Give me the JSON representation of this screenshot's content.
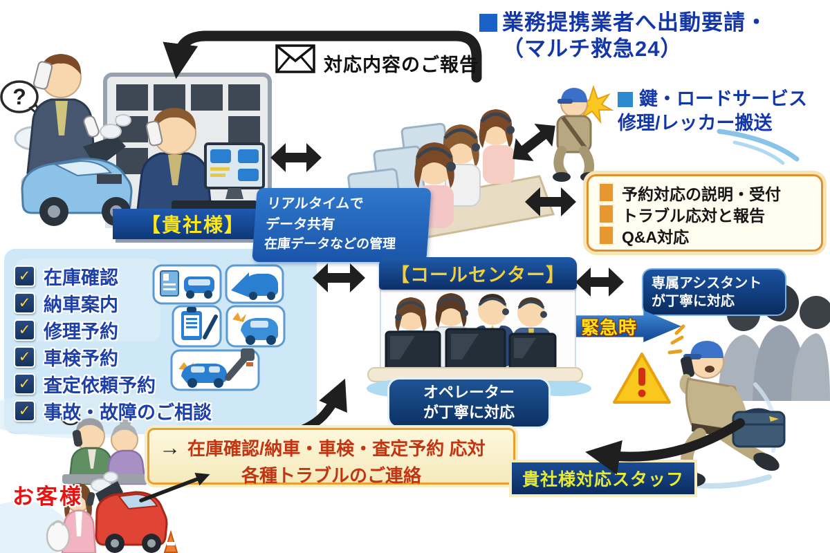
{
  "dispatch_header": {
    "line1": "業務提携業者へ出動要請・",
    "line2": "（マルチ救急24）"
  },
  "report": {
    "label": "対応内容のご報告"
  },
  "partner_services": {
    "line1": "鍵・ロードサービス",
    "line2": "修理/レッカー搬送"
  },
  "client": {
    "label": "【貴社様】",
    "realtime_lines": [
      "リアルタイムで",
      "データ共有",
      "在庫データなどの管理"
    ]
  },
  "reception_box": {
    "items": [
      "予約対応の説明・受付",
      "トラブル応対と報告",
      "Q&A対応"
    ]
  },
  "services_checklist": {
    "items": [
      "在庫確認",
      "納車案内",
      "修理予約",
      "車検予約",
      "査定依頼予約",
      "事故・故障のご相談"
    ]
  },
  "call_center": {
    "label": "【コールセンター】",
    "operator_note": [
      "オペレーター",
      "が丁寧に対応"
    ],
    "assistant_note": [
      "専属アシスタント",
      "が丁寧に対応"
    ],
    "emergency_label": "緊急時"
  },
  "customer": {
    "label": "お客様",
    "request_line1": "在庫確認/納車・車検・査定予約 応対",
    "request_line2": "各種トラブルのご連絡"
  },
  "staff": {
    "label": "貴社様対応スタッフ"
  },
  "icons": {
    "check": "✓",
    "question": "?",
    "right_arrow": "→",
    "envelope": "✉"
  },
  "colors": {
    "title_blue": "#1437a8",
    "navy_box": "#0f3b7c",
    "accent_yellow": "#ffe818",
    "orange": "#e8962e",
    "cream": "#fdf4d8",
    "alert_red": "#c23512",
    "customer_red": "#e81212",
    "panel_blue": "#cfe8f7",
    "arrow_black": "#1f1f1f"
  }
}
